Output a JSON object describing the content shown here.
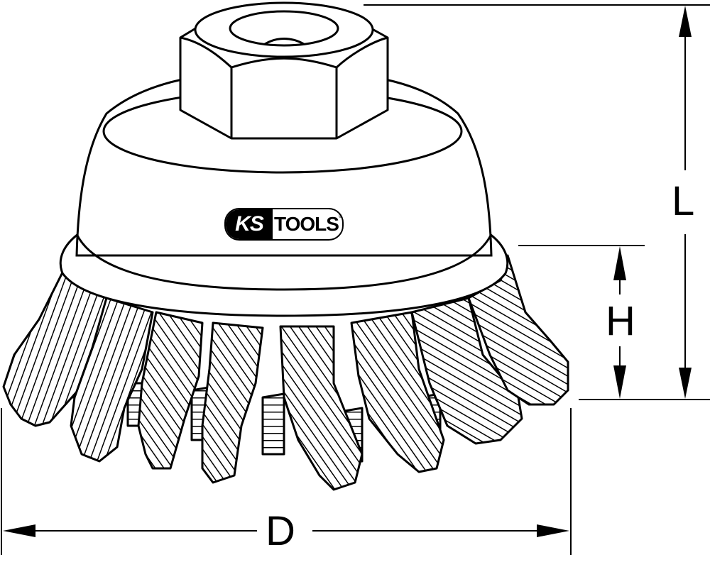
{
  "diagram": {
    "subject": "Knotted wire cup brush with hex nut",
    "brand_logo": {
      "left_text": "KS",
      "right_text": "TOOLS",
      "registered_mark": "®"
    },
    "dimensions": {
      "length_label": "L",
      "height_label": "H",
      "diameter_label": "D"
    },
    "colors": {
      "line": "#000000",
      "background": "#ffffff"
    }
  }
}
